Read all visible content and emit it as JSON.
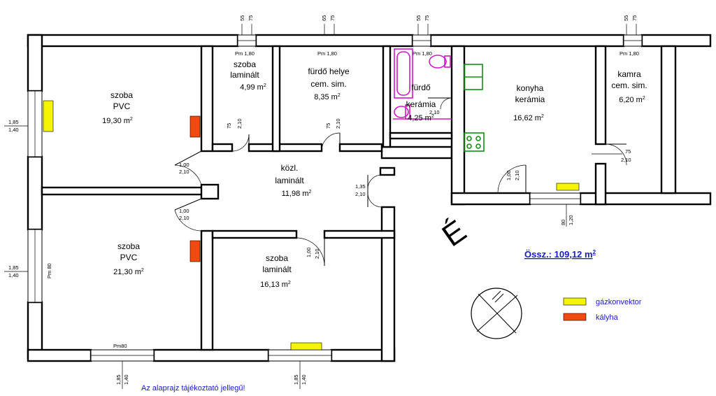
{
  "rooms": {
    "szoba1": {
      "name": "szoba",
      "finish": "PVC",
      "area": "19,30 m",
      "sup": "2"
    },
    "szoba2": {
      "name": "szoba",
      "finish": "PVC",
      "area": "21,30 m",
      "sup": "2"
    },
    "szoba3": {
      "name": "szoba",
      "finish": "laminált",
      "area": "4,99 m",
      "sup": "2"
    },
    "furdohely": {
      "name": "fürdő helye",
      "finish": "cem. sim.",
      "area": "8,35 m",
      "sup": "2"
    },
    "furdo": {
      "name": "fürdő",
      "finish": "kerámia",
      "area": "4,25 m",
      "sup": "2"
    },
    "konyha": {
      "name": "konyha",
      "finish": "kerámia",
      "area": "16,62 m",
      "sup": "2"
    },
    "kamra": {
      "name": "kamra",
      "finish": "cem. sim.",
      "area": "6,20 m",
      "sup": "2"
    },
    "kozl": {
      "name": "közl.",
      "finish": "laminált",
      "area": "11,98 m",
      "sup": "2"
    },
    "szoba4": {
      "name": "szoba",
      "finish": "laminált",
      "area": "16,13 m",
      "sup": "2"
    }
  },
  "dims": {
    "w55": "55",
    "w75": "75",
    "w65": "65",
    "pm180": "Pm 1,80",
    "pm80": "Pm 80",
    "pm80b": "Pm80",
    "h185": "1,85",
    "h140": "1,40",
    "d100": "1,00",
    "d210": "2,10",
    "d135": "1,35",
    "d75": "75",
    "d80": "80",
    "d120": "1,20"
  },
  "total": {
    "label": "Össz.: 109,12 m",
    "sup": "2"
  },
  "north": "É",
  "legend": [
    {
      "label": "gázkonvektor",
      "color": "#f5f500"
    },
    {
      "label": "kályha",
      "color": "#f04a10"
    }
  ],
  "footnote": "Az alaprajz tájékoztató jellegű!"
}
